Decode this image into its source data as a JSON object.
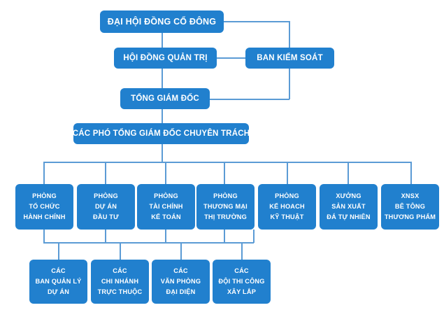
{
  "chart_title": "",
  "theme": {
    "box_fill": "#2180ce",
    "box_text": "#ffffff",
    "connector": "#5b9bd5",
    "background": "#ffffff"
  },
  "nodes": {
    "shareholders_meeting": {
      "label": "ĐẠI HỘI ĐỒNG CỔ ĐÔNG"
    },
    "board_of_directors": {
      "label": "HỘI ĐỒNG QUẢN TRỊ"
    },
    "supervisory_board": {
      "label": "BAN KIỂM SOÁT"
    },
    "general_director": {
      "label": "TỔNG GIÁM ĐỐC"
    },
    "deputy_directors": {
      "label": "CÁC PHÓ TỔNG GIÁM ĐỐC CHUYÊN TRÁCH"
    }
  },
  "departments": [
    {
      "lines": [
        "PHÒNG",
        "TỔ CHỨC",
        "HÀNH CHÍNH"
      ]
    },
    {
      "lines": [
        "PHÒNG",
        "DỰ ÁN",
        "ĐẦU TƯ"
      ]
    },
    {
      "lines": [
        "PHÒNG",
        "TÀI CHÍNH",
        "KẾ TOÁN"
      ]
    },
    {
      "lines": [
        "PHÒNG",
        "THƯƠNG MẠI",
        "THỊ TRƯỜNG"
      ]
    },
    {
      "lines": [
        "PHÒNG",
        "KẾ HOACH",
        "KỸ THUẬT"
      ]
    },
    {
      "lines": [
        "XƯỞNG",
        "SẢN XUẤT",
        "ĐÁ TỰ NHIÊN"
      ]
    },
    {
      "lines": [
        "XNSX",
        "BÊ TÔNG",
        "THƯƠNG PHẨM"
      ]
    }
  ],
  "sub_units": [
    {
      "lines": [
        "CÁC",
        "BAN  QUẢN LÝ",
        "DỰ ÁN"
      ]
    },
    {
      "lines": [
        "CÁC",
        "CHI NHÁNH",
        "TRỰC THUỘC"
      ]
    },
    {
      "lines": [
        "CÁC",
        "VĂN PHÒNG",
        "ĐẠI DIỆN"
      ]
    },
    {
      "lines": [
        "CÁC",
        "ĐỘI THI CÔNG",
        "XÂY LẮP"
      ]
    }
  ]
}
